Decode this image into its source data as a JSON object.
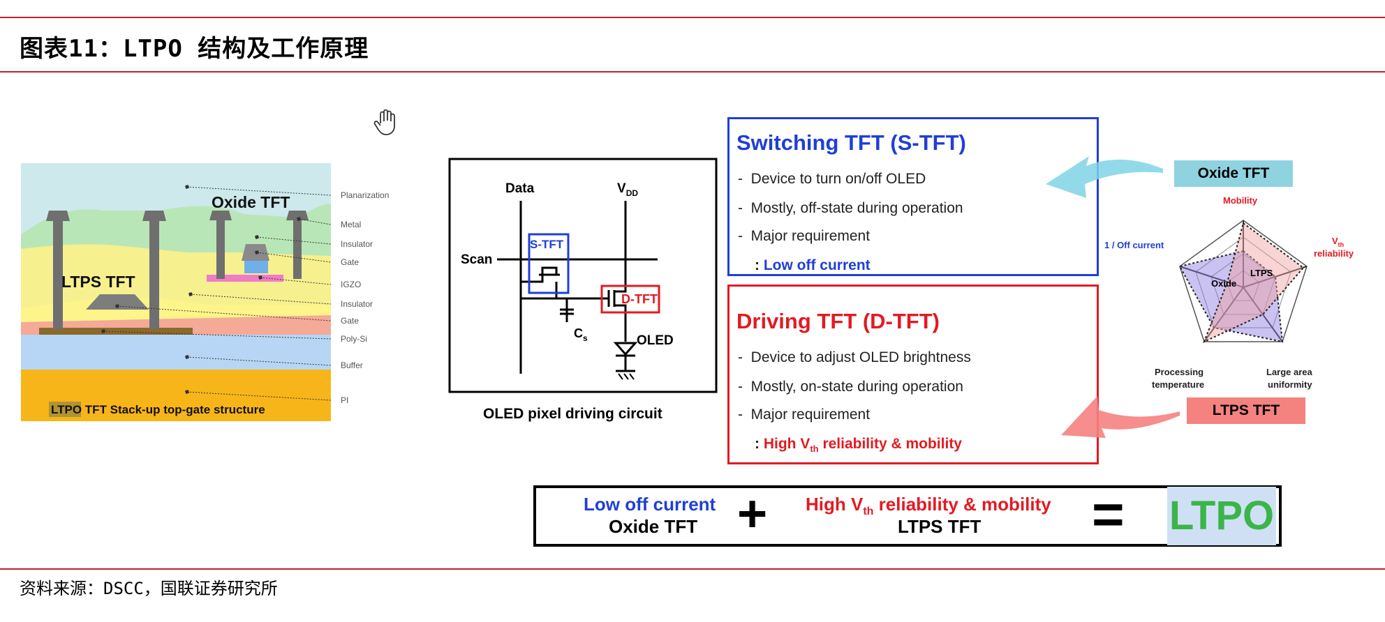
{
  "page": {
    "title": "图表11：LTPO 结构及工作原理",
    "source": "资料来源：DSCC，国联证券研究所"
  },
  "stack": {
    "labels": [
      "Planarization",
      "Metal",
      "Insulator",
      "Gate",
      "IGZO",
      "Insulator",
      "Gate",
      "Poly-Si",
      "Buffer",
      "PI"
    ],
    "oxide_label": "Oxide TFT",
    "ltps_label": "LTPS TFT",
    "caption_highlight": "LTPO",
    "caption_rest": " TFT Stack-up top-gate structure"
  },
  "circuit": {
    "data": "Data",
    "vdd": "V",
    "vdd_sub": "DD",
    "scan": "Scan",
    "stft": "S-TFT",
    "dtft": "D-TFT",
    "cs": "C",
    "cs_sub": "s",
    "oled": "OLED",
    "caption": "OLED pixel driving circuit"
  },
  "switching": {
    "title": "Switching TFT (S-TFT)",
    "items": [
      "Device to turn on/off OLED",
      "Mostly, off-state during operation",
      "Major requirement"
    ],
    "req_prefix": ": ",
    "req": "Low off current"
  },
  "driving": {
    "title": "Driving TFT (D-TFT)",
    "items": [
      "Device to adjust OLED brightness",
      "Mostly, on-state during operation",
      "Major requirement"
    ],
    "req_prefix": ": ",
    "req_a": "High V",
    "req_sub": "th",
    "req_b": " reliability & mobility"
  },
  "radar": {
    "oxide_tft": "Oxide TFT",
    "ltps_tft": "LTPS TFT",
    "mobility": "Mobility",
    "vth_a": "V",
    "vth_sub": "th",
    "vth_b": "reliability",
    "off_current": "1 / Off current",
    "processing_1": "Processing",
    "processing_2": "temperature",
    "large_area_1": "Large area",
    "large_area_2": "uniformity",
    "ltps_in": "LTPS",
    "oxide_in": "Oxide"
  },
  "equation": {
    "low_off": "Low off current",
    "oxide": "Oxide TFT",
    "plus": "+",
    "high_a": "High V",
    "high_sub": "th",
    "high_b": " reliability & mobility",
    "ltps": "LTPS TFT",
    "equals": "=",
    "result": "LTPO"
  },
  "colors": {
    "rule": "#c0202a",
    "blue": "#1f3fd6",
    "red": "#e31a22",
    "green": "#3bb54a",
    "cyan": "#7fd4e6",
    "oxide_box": "#8fd3e0",
    "ltps_box": "#f4827f"
  }
}
